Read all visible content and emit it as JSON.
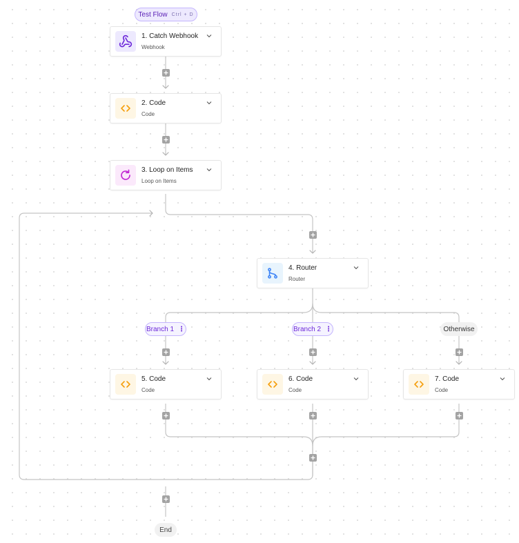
{
  "toolbar": {
    "test_flow_label": "Test Flow",
    "test_flow_shortcut": "Ctrl + D"
  },
  "steps": [
    {
      "title": "1. Catch Webhook",
      "subtitle": "Webhook",
      "icon": "webhook-icon"
    },
    {
      "title": "2. Code",
      "subtitle": "Code",
      "icon": "code-icon"
    },
    {
      "title": "3. Loop on Items",
      "subtitle": "Loop on Items",
      "icon": "loop-icon"
    },
    {
      "title": "4. Router",
      "subtitle": "Router",
      "icon": "router-icon"
    },
    {
      "title": "5. Code",
      "subtitle": "Code",
      "icon": "code-icon"
    },
    {
      "title": "6. Code",
      "subtitle": "Code",
      "icon": "code-icon"
    },
    {
      "title": "7. Code",
      "subtitle": "Code",
      "icon": "code-icon"
    }
  ],
  "branches": [
    {
      "label": "Branch 1",
      "menu": "⋮"
    },
    {
      "label": "Branch 2",
      "menu": "⋮"
    },
    {
      "label": "Otherwise"
    }
  ],
  "end_label": "End",
  "colors": {
    "accent_purple": "#6d28d9",
    "code_orange": "#f59e0b",
    "loop_magenta": "#c026d3",
    "router_blue": "#3b82f6",
    "connector_gray": "#c4c4c4"
  }
}
